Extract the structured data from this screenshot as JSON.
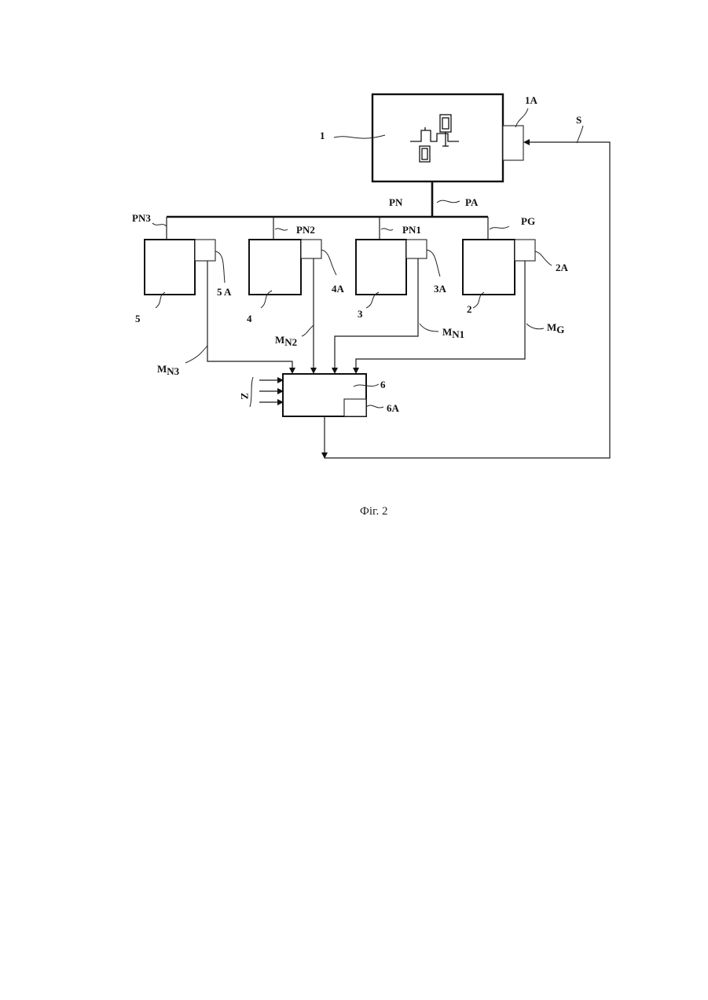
{
  "blocks": {
    "b1": "1",
    "b1a": "1A",
    "b2": "2",
    "b2a": "2A",
    "b3": "3",
    "b3a": "3A",
    "b4": "4",
    "b4a": "4A",
    "b5": "5",
    "b5a": "5 A",
    "b6": "6",
    "b6a": "6A"
  },
  "lines": {
    "s": "S",
    "pn": "PN",
    "pa": "PA",
    "pn3": "PN3",
    "pn2": "PN2",
    "pn1": "PN1",
    "pg": "PG"
  },
  "signals": {
    "m": "M",
    "mn3_sub": "N3",
    "mn2_sub": "N2",
    "mn1_sub": "N1",
    "mg_sub": "G",
    "z": "Z"
  },
  "caption": "Фіг. 2"
}
